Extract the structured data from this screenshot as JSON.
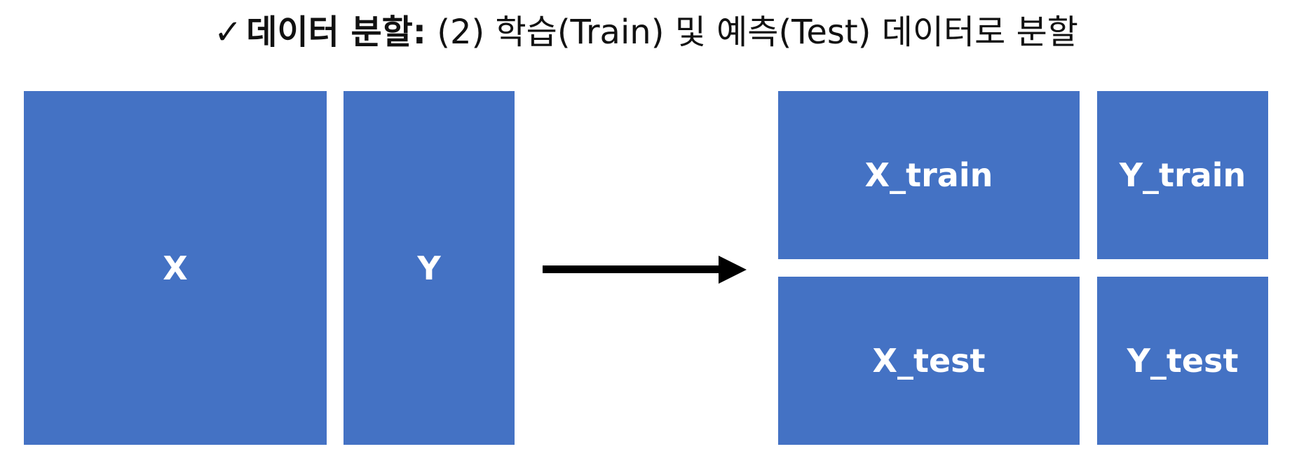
{
  "title": {
    "check": "✓",
    "bold_text": "데이터 분할:",
    "rest_text": "(2) 학습(Train) 및 예측(Test) 데이터로 분할"
  },
  "blocks": {
    "x": "X",
    "y": "Y",
    "x_train": "X_train",
    "y_train": "Y_train",
    "x_test": "X_test",
    "y_test": "Y_test"
  },
  "colors": {
    "block": "#4472C4",
    "block_text": "#FFFFFF",
    "arrow": "#000000"
  },
  "icons": {
    "arrow": "right-arrow-icon",
    "check": "check-icon"
  }
}
